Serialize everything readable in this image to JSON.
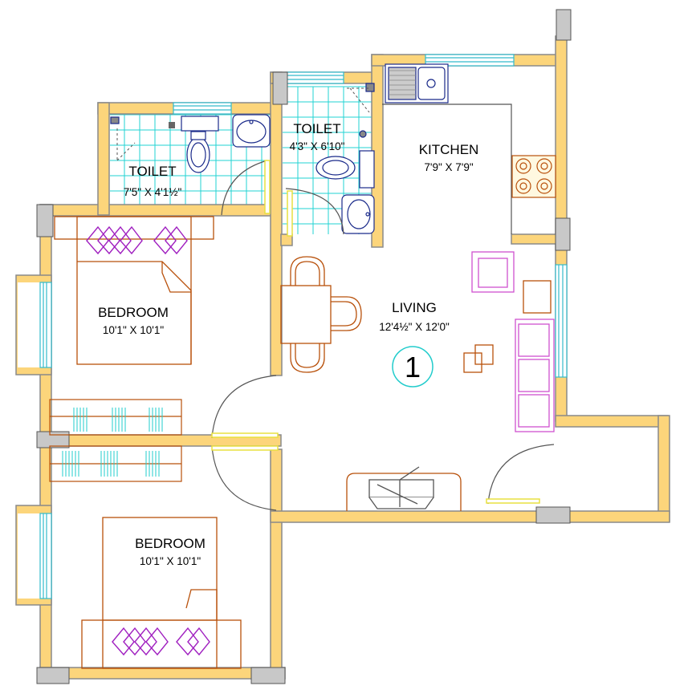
{
  "rooms": {
    "toilet_left": {
      "name": "TOILET",
      "dims": "7'5\" X 4'1½\""
    },
    "toilet_right": {
      "name": "TOILET",
      "dims": "4'3\" X 6'10\""
    },
    "kitchen": {
      "name": "KITCHEN",
      "dims": "7'9\" X 7'9\""
    },
    "bedroom_top": {
      "name": "BEDROOM",
      "dims": "10'1\" X 10'1\""
    },
    "living": {
      "name": "LIVING",
      "dims": "12'4½\" X 12'0\""
    },
    "bedroom_bottom": {
      "name": "BEDROOM",
      "dims": "10'1\" X 10'1\""
    }
  },
  "unit_number": "1",
  "colors": {
    "wall": "#fcd57b",
    "wall_edge": "#8a8a8a",
    "column": "#c8c8c8",
    "tile": "#22d3d3",
    "fixture": "#1a2a8a",
    "bed": "#b8500a",
    "pillow": "#a020c0",
    "furniture": "#d050d0",
    "door": "#555555",
    "door_leaf": "#e8e040",
    "window": "#33bbcc",
    "marker": "#22cccc"
  }
}
